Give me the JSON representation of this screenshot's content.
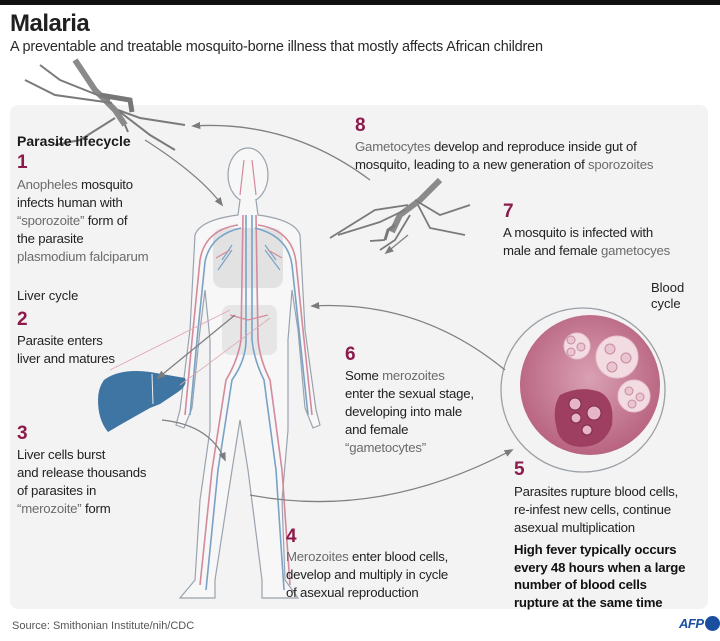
{
  "header": {
    "title": "Malaria",
    "subtitle": "A preventable and treatable mosquito-borne illness that mostly affects African children"
  },
  "lifecycle": {
    "heading": "Parasite lifecycle",
    "liver_cycle_label": "Liver cycle",
    "blood_cycle_label_1": "Blood",
    "blood_cycle_label_2": "cycle"
  },
  "steps": [
    {
      "number": "1",
      "lines": [
        [
          {
            "t": "Anopheles ",
            "s": "light"
          },
          {
            "t": "mosquito",
            "s": "dark"
          }
        ],
        [
          {
            "t": "infects human with",
            "s": "dark"
          }
        ],
        [
          {
            "t": "“sporozoite”",
            "s": "light"
          },
          {
            "t": " form of",
            "s": "dark"
          }
        ],
        [
          {
            "t": "the parasite",
            "s": "dark"
          }
        ],
        [
          {
            "t": "plasmodium falciparum",
            "s": "light"
          }
        ]
      ]
    },
    {
      "number": "2",
      "lines": [
        [
          {
            "t": "Parasite enters",
            "s": "dark"
          }
        ],
        [
          {
            "t": "liver and matures",
            "s": "dark"
          }
        ]
      ]
    },
    {
      "number": "3",
      "lines": [
        [
          {
            "t": "Liver cells burst",
            "s": "dark"
          }
        ],
        [
          {
            "t": "and release thousands",
            "s": "dark"
          }
        ],
        [
          {
            "t": "of parasites in",
            "s": "dark"
          }
        ],
        [
          {
            "t": "“merozoite”",
            "s": "light"
          },
          {
            "t": " form",
            "s": "dark"
          }
        ]
      ]
    },
    {
      "number": "4",
      "lines": [
        [
          {
            "t": "Merozoites",
            "s": "light"
          },
          {
            "t": " enter blood cells,",
            "s": "dark"
          }
        ],
        [
          {
            "t": "develop and multiply in cycle",
            "s": "dark"
          }
        ],
        [
          {
            "t": "of asexual reproduction",
            "s": "dark"
          }
        ]
      ]
    },
    {
      "number": "5",
      "lines": [
        [
          {
            "t": "Parasites rupture blood cells,",
            "s": "dark"
          }
        ],
        [
          {
            "t": "re-infest new cells, continue",
            "s": "dark"
          }
        ],
        [
          {
            "t": "asexual multiplication",
            "s": "dark"
          }
        ]
      ]
    },
    {
      "number": "6",
      "lines": [
        [
          {
            "t": "Some ",
            "s": "dark"
          },
          {
            "t": "merozoites",
            "s": "light"
          }
        ],
        [
          {
            "t": "enter the sexual stage,",
            "s": "dark"
          }
        ],
        [
          {
            "t": "developing into male",
            "s": "dark"
          }
        ],
        [
          {
            "t": "and female",
            "s": "dark"
          }
        ],
        [
          {
            "t": "“gametocytes”",
            "s": "light"
          }
        ]
      ]
    },
    {
      "number": "7",
      "lines": [
        [
          {
            "t": "A mosquito is infected with",
            "s": "dark"
          }
        ],
        [
          {
            "t": "male and female ",
            "s": "dark"
          },
          {
            "t": "gametocyes",
            "s": "light"
          }
        ]
      ]
    },
    {
      "number": "8",
      "lines": [
        [
          {
            "t": "Gametocytes",
            "s": "light"
          },
          {
            "t": " develop and reproduce inside gut of",
            "s": "dark"
          }
        ],
        [
          {
            "t": "mosquito, leading to a new generation of ",
            "s": "dark"
          },
          {
            "t": "sporozoites",
            "s": "light"
          }
        ]
      ]
    }
  ],
  "fever_note": [
    "High fever typically occurs",
    "every 48 hours when a large",
    "number of blood cells",
    "rupture at the same time"
  ],
  "footer": {
    "source": "Source: Smithonian Institute/nih/CDC",
    "logo": "AFP"
  },
  "colors": {
    "step_number": "#8c1a4b",
    "panel_bg": "#f3f3f3",
    "liver": "#3f75a2",
    "blood_cell": "#c56f8d",
    "artery": "#d48a9c",
    "vein": "#7aa2c6",
    "mosquito": "#7a7a7a",
    "afp_blue": "#1a4fa0"
  },
  "icons": [
    "mosquito-illustration",
    "human-circulatory-figure",
    "liver-illustration",
    "blood-cell-illustration",
    "cycle-arrow"
  ]
}
